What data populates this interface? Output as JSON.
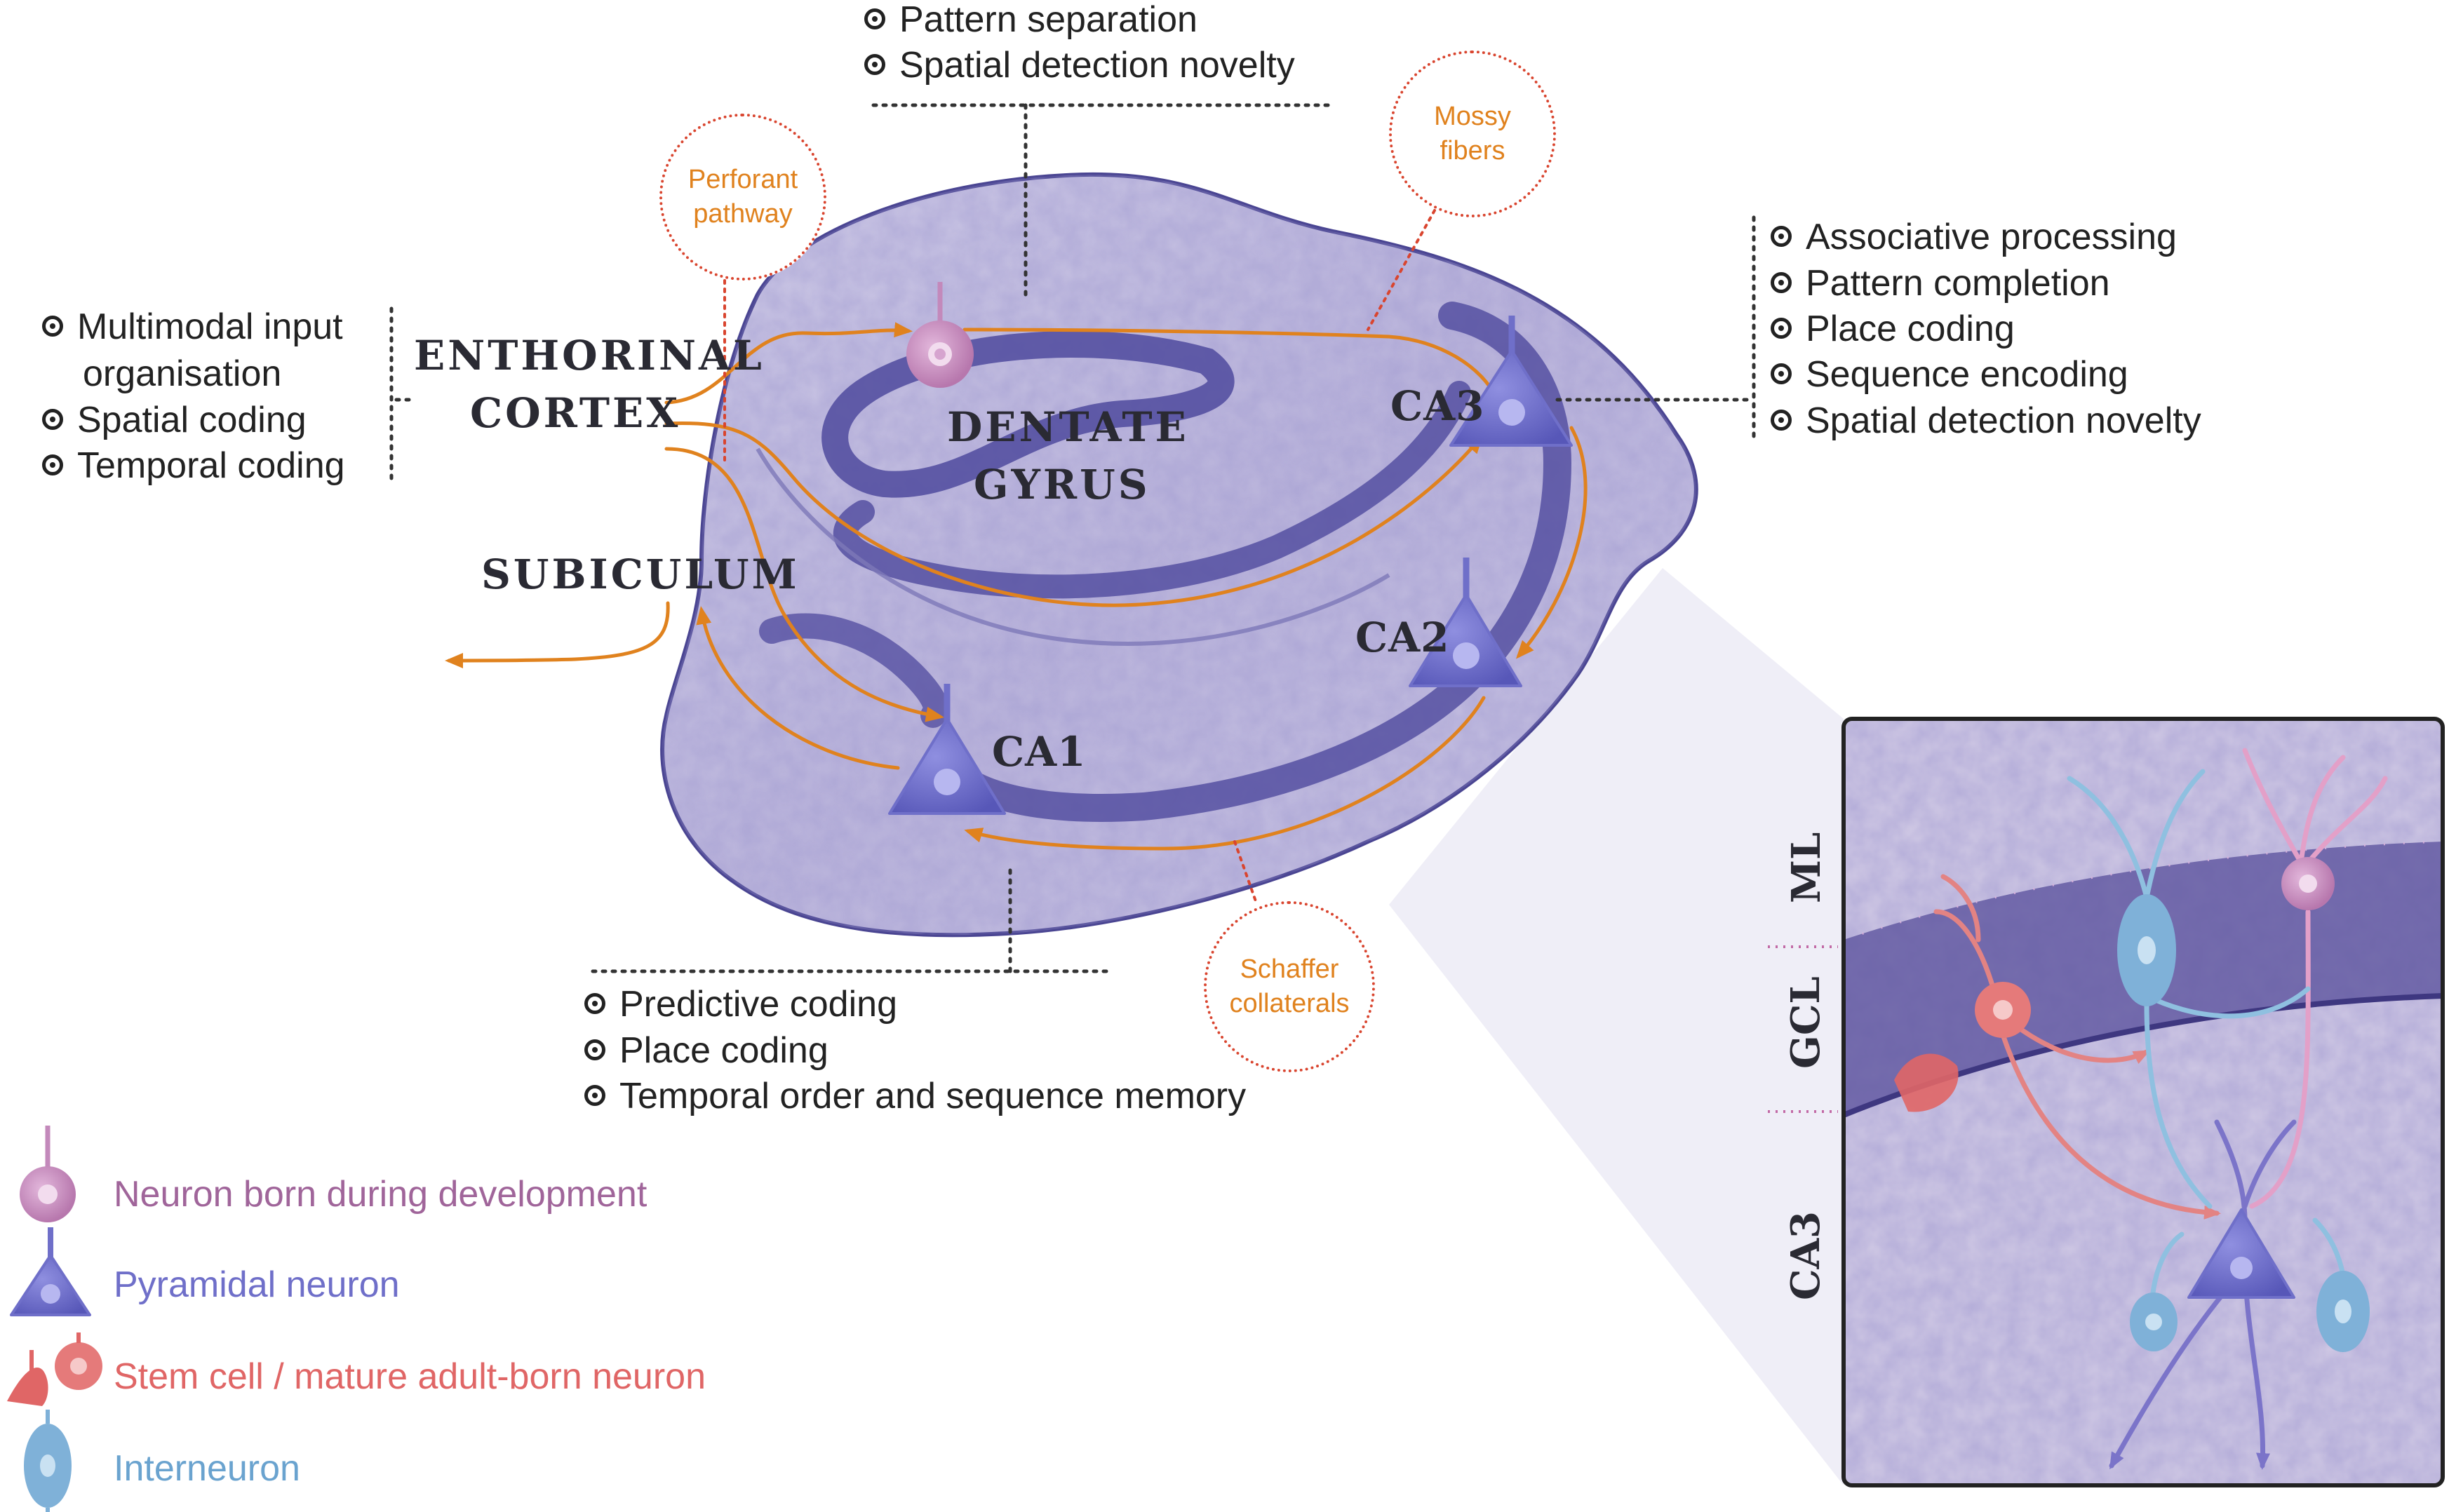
{
  "regions": {
    "entorhinal_line1": "ENTHORINAL",
    "entorhinal_line2": "CORTEX",
    "dentate_line1": "DENTATE",
    "dentate_line2": "GYRUS",
    "subiculum": "SUBICULUM",
    "ca3": "CA3",
    "ca2": "CA2",
    "ca1": "CA1"
  },
  "pathways": {
    "perforant_line1": "Perforant",
    "perforant_line2": "pathway",
    "mossy_line1": "Mossy",
    "mossy_line2": "fibers",
    "schaffer_line1": "Schaffer",
    "schaffer_line2": "collaterals"
  },
  "functions": {
    "dentate": [
      "Pattern separation",
      "Spatial detection novelty"
    ],
    "entorhinal": [
      "Multimodal input",
      "organisation",
      "Spatial coding",
      "Temporal coding"
    ],
    "ca3": [
      "Associative processing",
      "Pattern completion",
      "Place coding",
      "Sequence encoding",
      "Spatial detection novelty"
    ],
    "ca1": [
      "Predictive coding",
      "Place coding",
      "Temporal order and sequence memory"
    ]
  },
  "legend": [
    {
      "label": "Neuron born during development",
      "color": "#a0659a",
      "icon": "developmental-neuron-icon"
    },
    {
      "label": "Pyramidal neuron",
      "color": "#6f6fc9",
      "icon": "pyramidal-neuron-icon"
    },
    {
      "label": "Stem cell / mature adult-born neuron",
      "color": "#e06666",
      "icon": "stem-cell-icon"
    },
    {
      "label": "Interneuron",
      "color": "#6aa3cf",
      "icon": "interneuron-icon"
    }
  ],
  "inset": {
    "layer_ml": "ML",
    "layer_gcl": "GCL",
    "layer_ca3": "CA3"
  },
  "colors": {
    "tissue": "#b9b4d9",
    "tissue_band": "#4f4a9e",
    "pathway_arrow": "#e0821e",
    "bubble_border": "#d9452f"
  }
}
